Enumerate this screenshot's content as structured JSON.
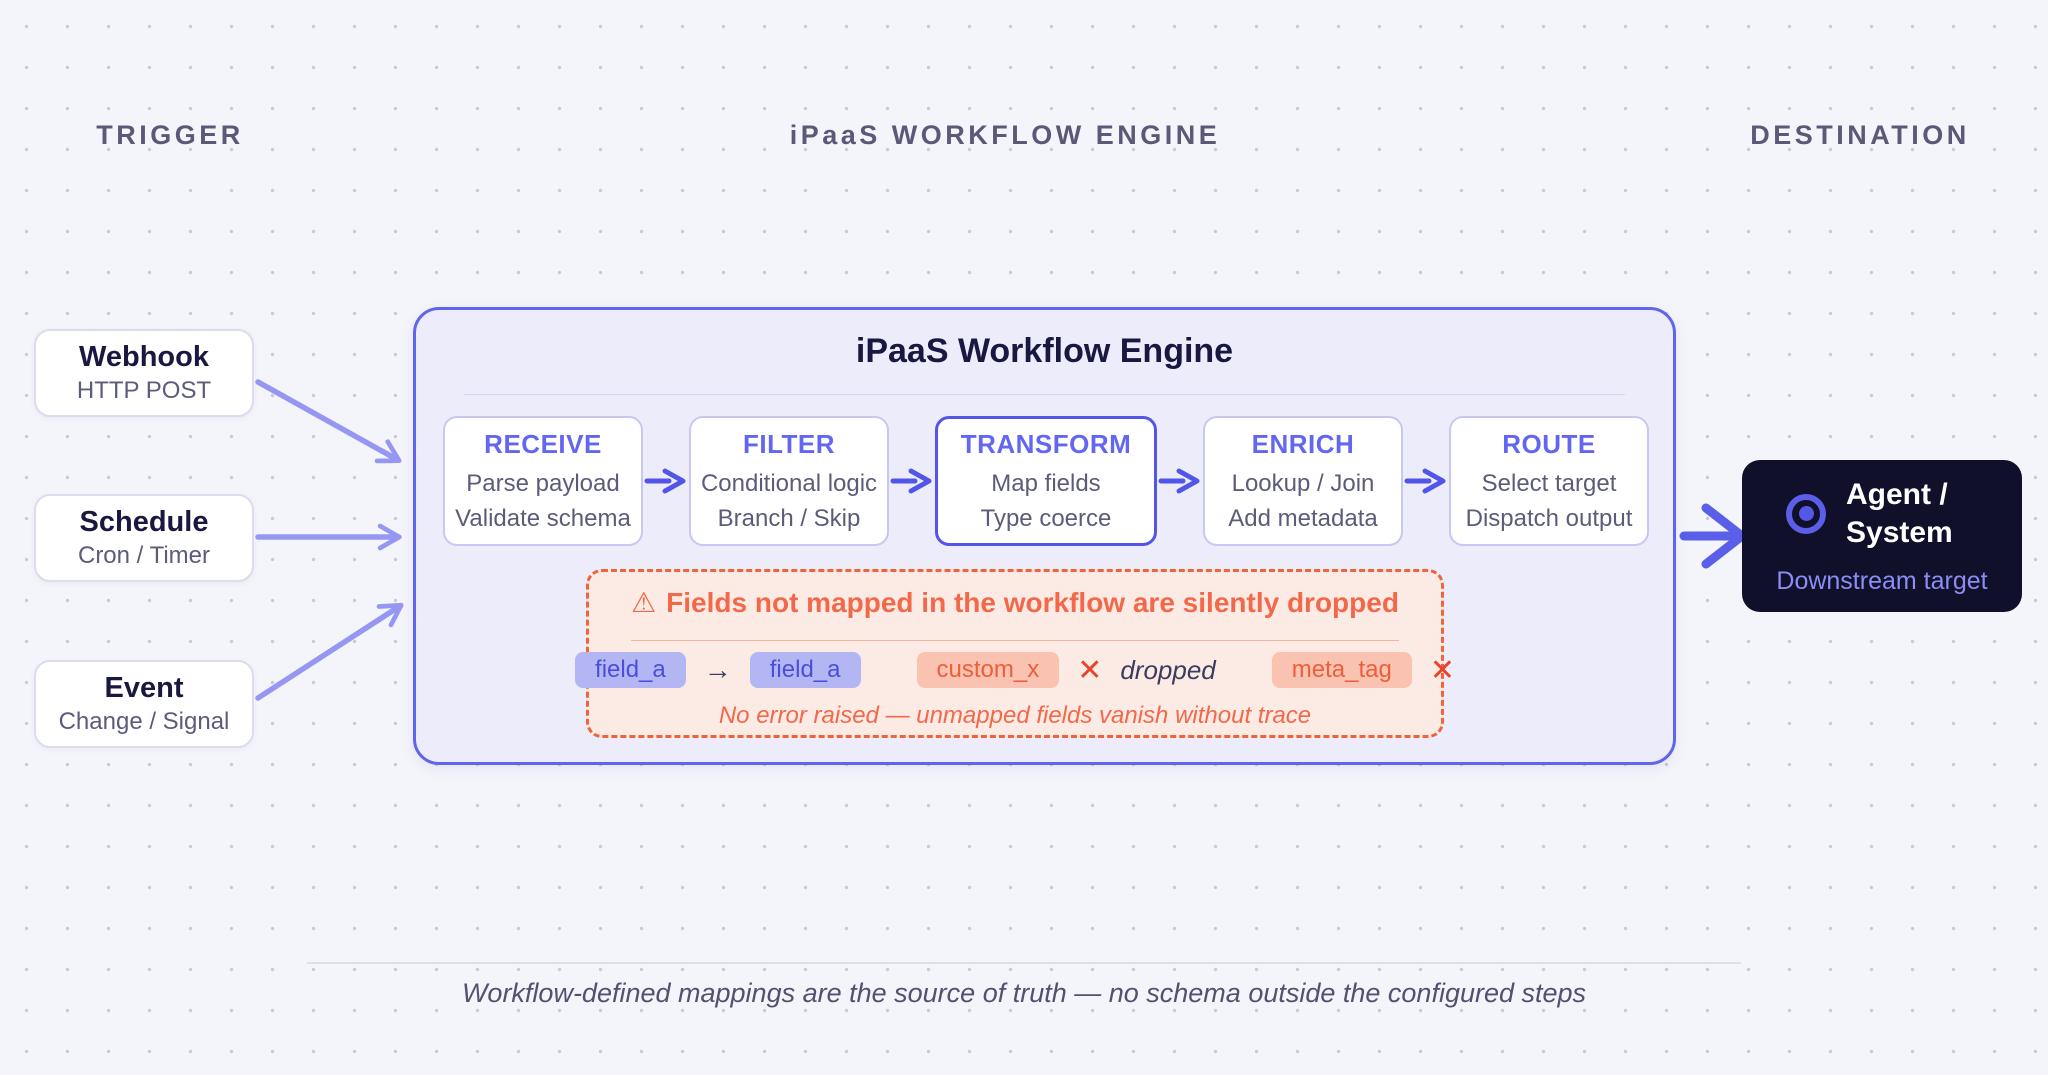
{
  "lanes": {
    "trigger": "TRIGGER",
    "engine": "iPaaS WORKFLOW ENGINE",
    "destination": "DESTINATION"
  },
  "triggers": [
    {
      "title": "Webhook",
      "subtitle": "HTTP POST"
    },
    {
      "title": "Schedule",
      "subtitle": "Cron / Timer"
    },
    {
      "title": "Event",
      "subtitle": "Change / Signal"
    }
  ],
  "engine": {
    "title": "iPaaS Workflow Engine",
    "steps": [
      {
        "name": "RECEIVE",
        "lines": [
          "Parse payload",
          "Validate schema"
        ],
        "highlighted": false
      },
      {
        "name": "FILTER",
        "lines": [
          "Conditional logic",
          "Branch / Skip"
        ],
        "highlighted": false
      },
      {
        "name": "TRANSFORM",
        "lines": [
          "Map fields",
          "Type coerce"
        ],
        "highlighted": true
      },
      {
        "name": "ENRICH",
        "lines": [
          "Lookup / Join",
          "Add metadata"
        ],
        "highlighted": false
      },
      {
        "name": "ROUTE",
        "lines": [
          "Select target",
          "Dispatch output"
        ],
        "highlighted": false
      }
    ],
    "warning": {
      "icon_glyph": "⚠",
      "title": "Fields not mapped in the workflow are silently dropped",
      "mapping": {
        "source": "field_a",
        "arrow": "→",
        "target": "field_a"
      },
      "dropped": [
        {
          "label": "custom_x",
          "x_glyph": "✕",
          "note": "dropped"
        },
        {
          "label": "meta_tag",
          "x_glyph": "✕",
          "note": ""
        }
      ],
      "footnote": "No error raised — unmapped fields vanish without trace"
    }
  },
  "destination": {
    "title": "Agent / System",
    "subtitle": "Downstream target",
    "icon": "target-icon"
  },
  "caption": "Workflow-defined mappings are the source of truth — no schema outside the configured steps",
  "colors": {
    "background": "#f4f4fb",
    "engine_border": "#6165ee",
    "engine_fill": "#edecfa",
    "step_accent": "#6366f1",
    "arrow_light": "#9597f2",
    "arrow_strong": "#5156e8",
    "warning_accent": "#f0633f",
    "warning_fill": "#fcebe4",
    "chip_indigo_bg": "#b4b6f4",
    "chip_salmon_bg": "#f9c2b1",
    "destination_fill": "#10102a",
    "destination_subtitle": "#8b8df5"
  }
}
